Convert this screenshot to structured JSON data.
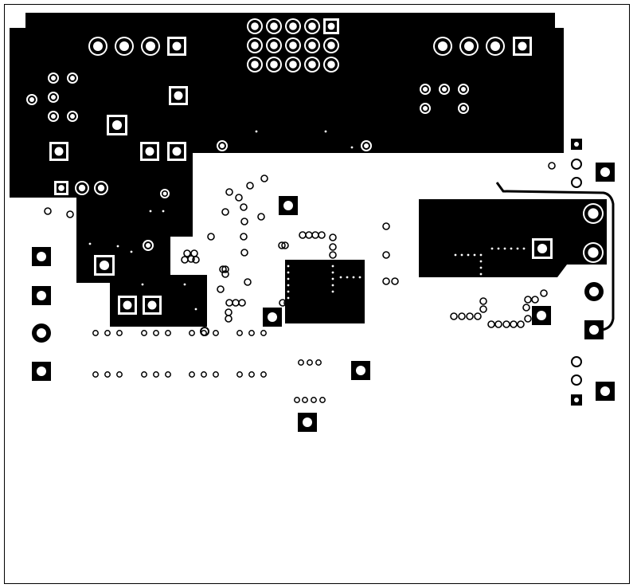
{
  "title": "",
  "colors": {
    "copper": "#000000",
    "background": "#ffffff",
    "outline": "#000000"
  },
  "layers": {
    "pours": [
      "top-left-pour",
      "lower-left-pour",
      "right-pour",
      "center-pour"
    ],
    "pads": [
      "square-pads",
      "round-pads",
      "vias",
      "test-points"
    ]
  }
}
